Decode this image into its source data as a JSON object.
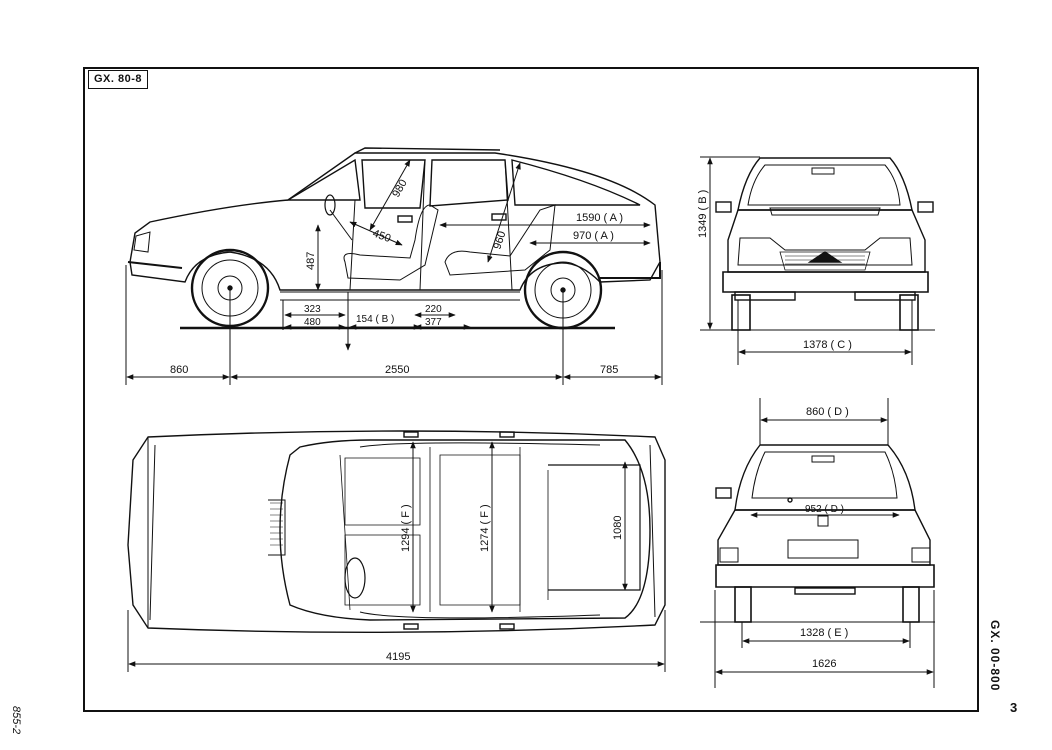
{
  "sheet": {
    "model_tag": "GX. 80-8",
    "side_code": "GX. 00-800",
    "page_number": "3",
    "corner_code": "855-2"
  },
  "side_view": {
    "overall_front_overhang": "860",
    "wheelbase": "2550",
    "rear_overhang": "785",
    "dim_980": "980",
    "dim_450": "450",
    "dim_960": "960",
    "dim_487": "487",
    "dim_1590": "1590 ( A )",
    "dim_970": "970 ( A )",
    "dim_323": "323",
    "dim_480": "480",
    "dim_154": "154 ( B )",
    "dim_220": "220",
    "dim_377": "377"
  },
  "front_view": {
    "height": "1349 ( B )",
    "front_track": "1378 ( C )"
  },
  "top_view": {
    "overall_length": "4195",
    "width_front": "1294 ( F )",
    "width_rear": "1274 ( F )",
    "boot_length": "1080"
  },
  "rear_view": {
    "rear_window": "860 ( D )",
    "shoulder": "952 ( D )",
    "rear_track": "1328 ( E )",
    "overall_width": "1626"
  }
}
